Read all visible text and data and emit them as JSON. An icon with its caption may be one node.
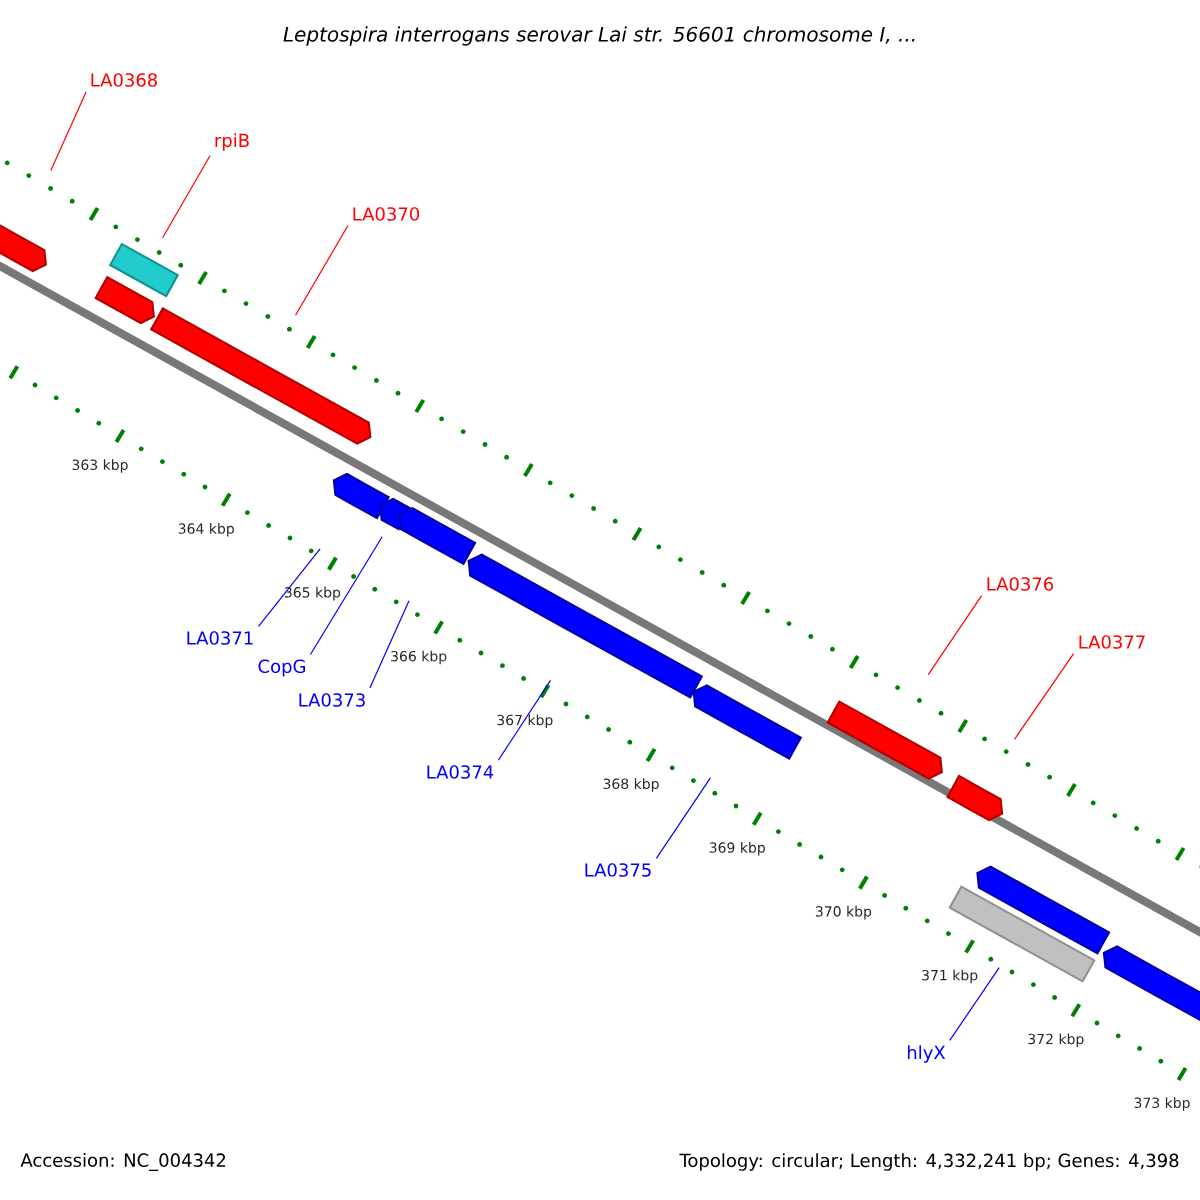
{
  "diagram": {
    "title": "Leptospira interrogans serovar Lai str. 56601 chromosome I, ...",
    "nodes": [
      {
        "text": [
          "LA0368"
        ]
      },
      {
        "text": [
          "rpiB"
        ]
      },
      {
        "text": [
          "LA0370"
        ]
      },
      {
        "text": [
          "LA0376"
        ]
      },
      {
        "text": [
          "LA0377"
        ]
      },
      {
        "text": [
          "LA0371"
        ]
      },
      {
        "text": [
          "CopG"
        ]
      },
      {
        "text": [
          "LA0373"
        ]
      },
      {
        "text": [
          "LA0374"
        ]
      },
      {
        "text": [
          "LA0375"
        ]
      },
      {
        "text": [
          "hlyX"
        ]
      },
      {
        "text": [],
        "shape": "arrow"
      },
      {
        "text": [],
        "shape": "box"
      },
      {
        "text": [],
        "shape": "arrow"
      },
      {
        "text": [],
        "shape": "arrow"
      },
      {
        "text": [],
        "shape": "arrow"
      },
      {
        "text": [],
        "shape": "arrow"
      },
      {
        "text": [],
        "shape": "arrow"
      },
      {
        "text": [],
        "shape": "arrow"
      },
      {
        "text": [],
        "shape": "arrow"
      },
      {
        "text": [],
        "shape": "arrow"
      },
      {
        "text": [],
        "shape": "arrow"
      },
      {
        "text": [],
        "shape": "box"
      },
      {
        "text": [],
        "shape": "arrow"
      },
      {
        "text": [],
        "shape": "arrow"
      }
    ],
    "edges": [
      {
        "from": 0,
        "to": 11,
        "arrow": "none",
        "color": "#ff0000"
      },
      {
        "from": 1,
        "to": 12,
        "arrow": "none",
        "color": "#ff0000"
      },
      {
        "from": 2,
        "to": 14,
        "arrow": "none",
        "color": "#ff0000"
      },
      {
        "from": 3,
        "to": 20,
        "arrow": "none",
        "color": "#ff0000"
      },
      {
        "from": 4,
        "to": 21,
        "arrow": "none",
        "color": "#ff0000"
      },
      {
        "from": 5,
        "to": 15,
        "arrow": "none",
        "color": "#0000ff"
      },
      {
        "from": 6,
        "to": 16,
        "arrow": "none",
        "color": "#0000ff"
      },
      {
        "from": 7,
        "to": 17,
        "arrow": "none",
        "color": "#0000ff"
      },
      {
        "from": 8,
        "to": 18,
        "arrow": "none",
        "color": "#0000ff"
      },
      {
        "from": 9,
        "to": 19,
        "arrow": "none",
        "color": "#0000ff"
      },
      {
        "from": 10,
        "to": 22,
        "arrow": "none",
        "color": "#0000ff"
      }
    ],
    "labels": [
      "363 kbp",
      "364 kbp",
      "365 kbp",
      "366 kbp",
      "367 kbp",
      "368 kbp",
      "369 kbp",
      "370 kbp",
      "371 kbp",
      "372 kbp",
      "373 kbp",
      "Accession: NC_004342",
      "Topology: circular; Length: 4,332,241 bp; Genes: 4,398"
    ]
  }
}
